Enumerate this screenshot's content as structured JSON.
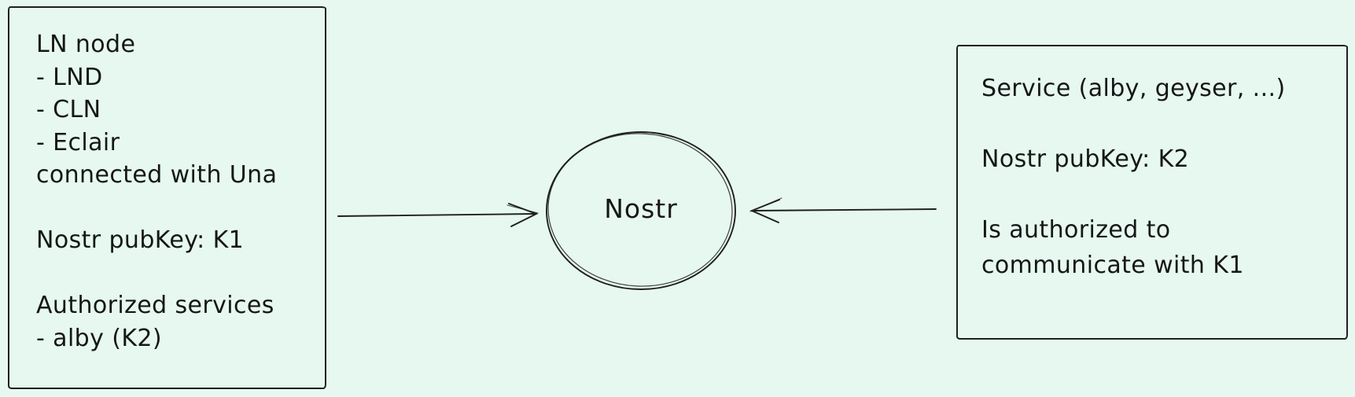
{
  "diagram": {
    "colors": {
      "background": "#e6f8f0",
      "stroke": "#1f1f1f",
      "text": "#161616"
    },
    "ln_node_box": {
      "lines": [
        "LN node",
        "- LND",
        "- CLN",
        "- Eclair",
        "connected with Una",
        "",
        "Nostr pubKey: K1",
        "",
        "Authorized services",
        "- alby (K2)"
      ]
    },
    "nostr_ellipse": {
      "label": "Nostr"
    },
    "service_box": {
      "lines": [
        "Service (alby, geyser, ...)",
        "",
        "Nostr pubKey: K2",
        "",
        "Is authorized to",
        "communicate with K1"
      ]
    },
    "arrows": {
      "ln_to_nostr": "arrow-right-icon",
      "service_to_nostr": "arrow-left-icon"
    }
  }
}
